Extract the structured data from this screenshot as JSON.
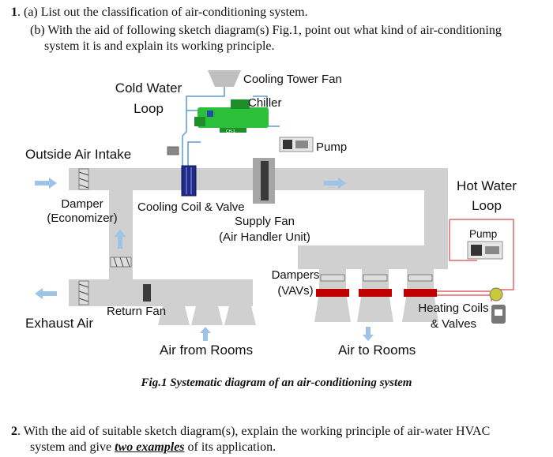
{
  "question1": {
    "number": "1",
    "part_a": ". (a) List out the classification of air-conditioning system.",
    "part_b_line1": "(b) With the aid of following sketch diagram(s) Fig.1, point out what kind of air-conditioning",
    "part_b_line2": "system it is and explain its working principle."
  },
  "diagram": {
    "labels": {
      "cold_water_loop_1": "Cold Water",
      "cold_water_loop_2": "Loop",
      "cooling_tower_fan": "Cooling Tower Fan",
      "chiller": "Chiller",
      "chiller_badge": "CH-1",
      "pump_top": "Pump",
      "outside_air_intake": "Outside Air Intake",
      "hot_water_loop_1": "Hot Water",
      "hot_water_loop_2": "Loop",
      "damper_1": "Damper",
      "damper_2": "(Economizer)",
      "cooling_coil_valve": "Cooling Coil & Valve",
      "supply_fan_1": "Supply Fan",
      "supply_fan_2": "(Air Handler Unit)",
      "pump_right": "Pump",
      "dampers_vavs_1": "Dampers",
      "dampers_vavs_2": "(VAVs)",
      "return_fan": "Return Fan",
      "exhaust_air": "Exhaust Air",
      "heating_coils_1": "Heating Coils",
      "heating_coils_2": "& Valves",
      "air_from_rooms": "Air from Rooms",
      "air_to_rooms": "Air to Rooms"
    },
    "colors": {
      "duct": "#d0d0d0",
      "arrow": "#9dc3e6",
      "chiller": "#2bbf3a",
      "heating_coil": "#c00000",
      "cold_pipe": "#5b9bd5",
      "hot_pipe": "#e06666",
      "coil": "#1f2a8a"
    }
  },
  "caption": "Fig.1 Systematic diagram of an air-conditioning system",
  "question2": {
    "number": "2",
    "line1": ". With the aid of suitable sketch diagram(s), explain the working principle of air-water HVAC",
    "line2_pre": "system and give ",
    "line2_emph": "two examples",
    "line2_post": " of its application."
  }
}
